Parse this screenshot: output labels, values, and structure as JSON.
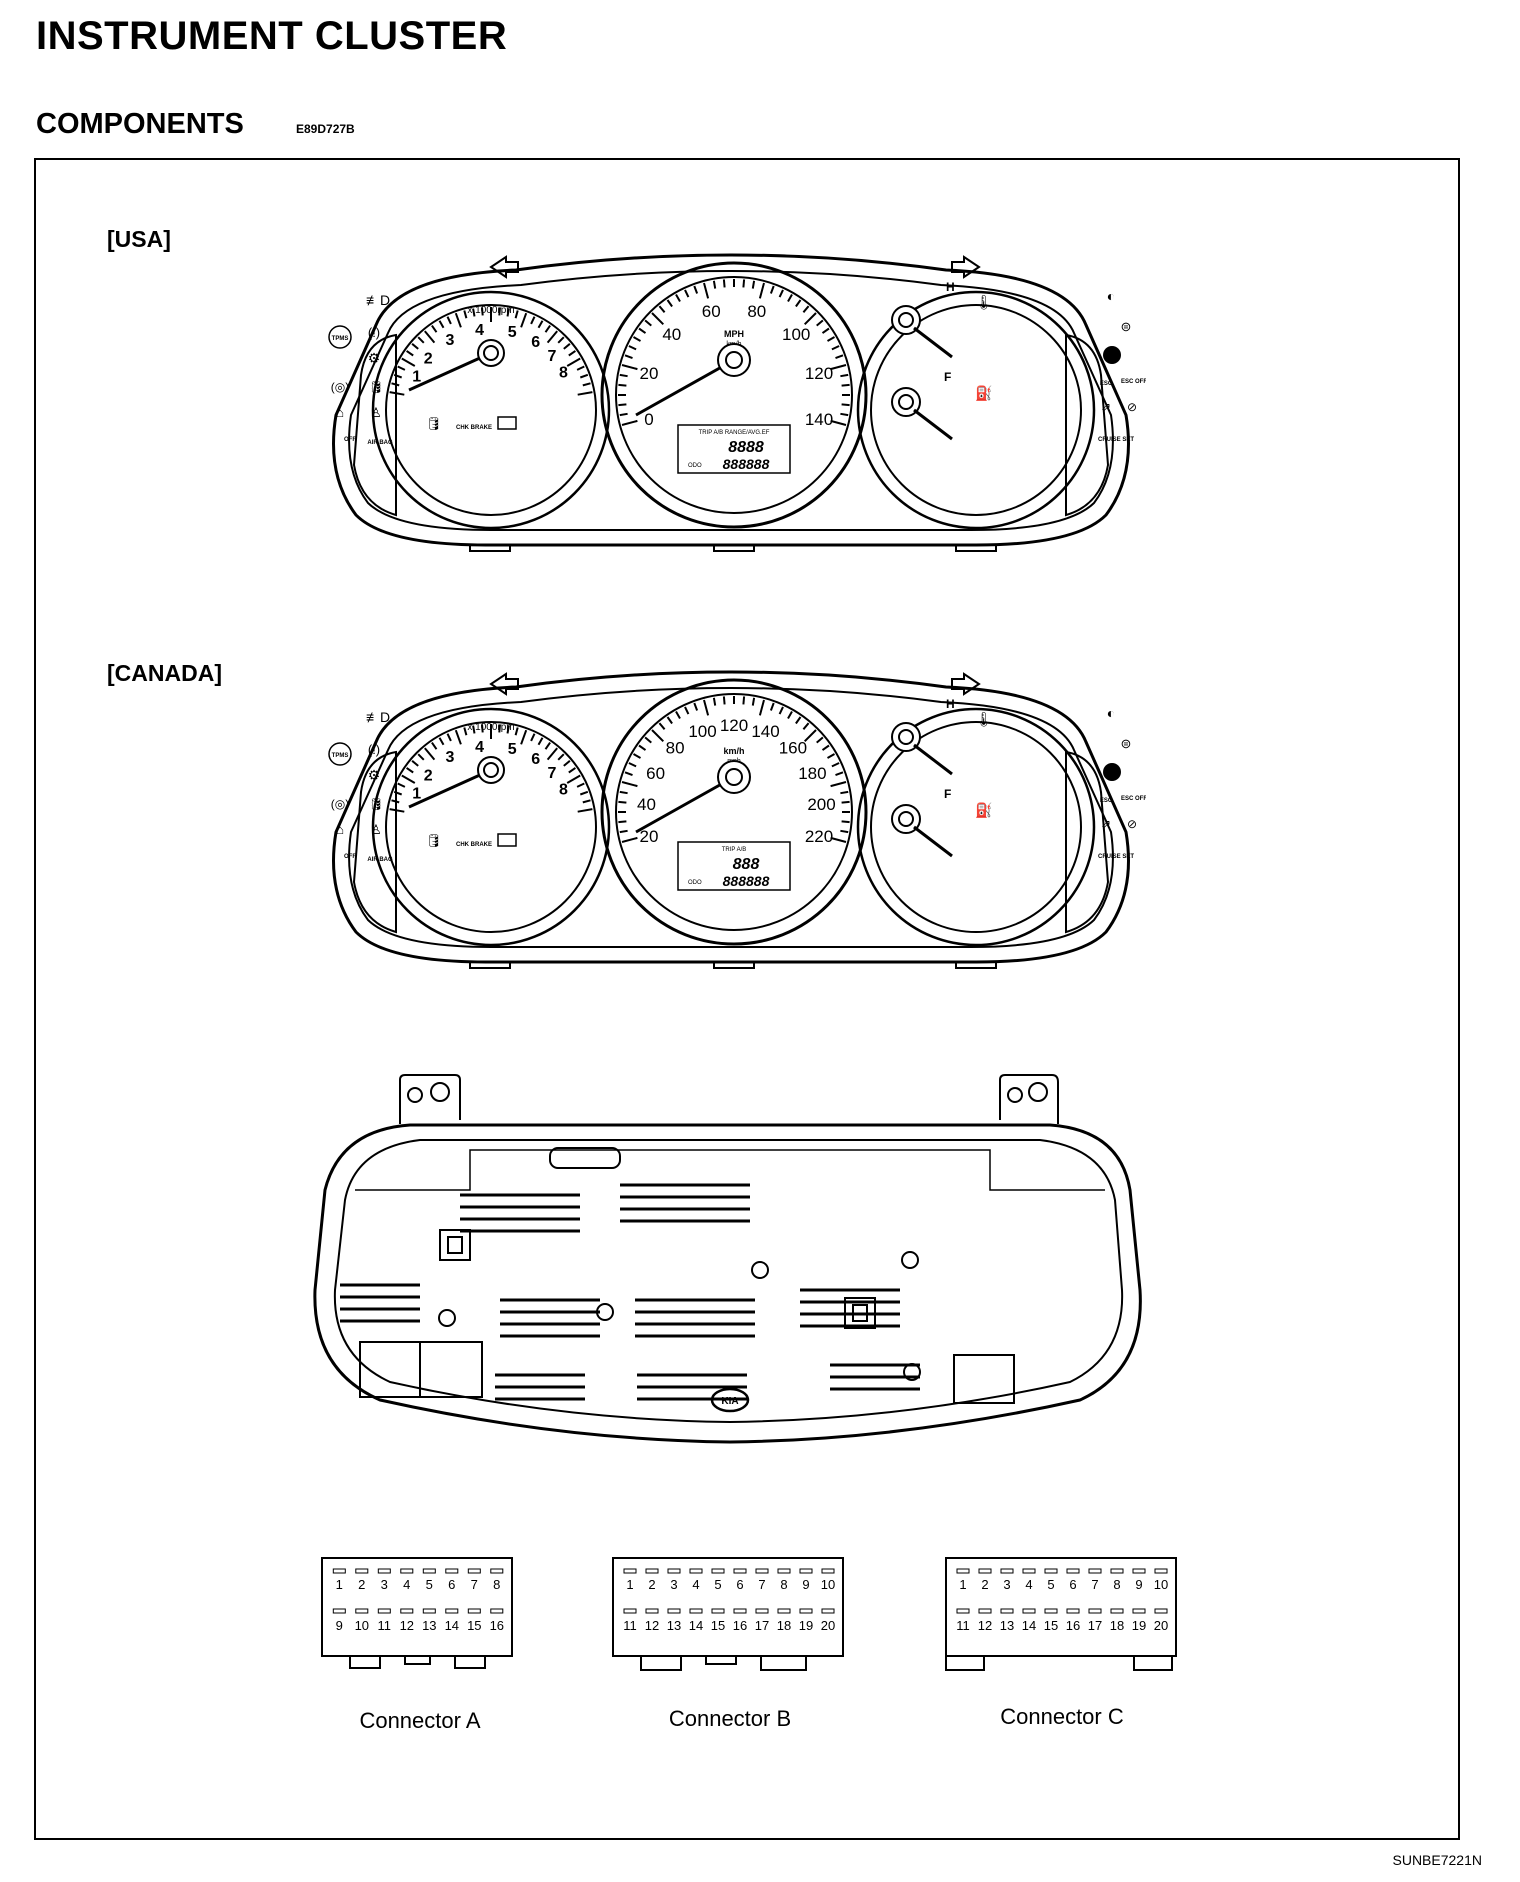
{
  "page": {
    "title": "INSTRUMENT CLUSTER",
    "subtitle": "COMPONENTS",
    "code": "E89D727B",
    "source_code": "SUNBE7221N"
  },
  "usa": {
    "label": "[USA]",
    "tach_ticks": [
      "1",
      "2",
      "3",
      "4",
      "5",
      "6",
      "7",
      "8"
    ],
    "tach_unit": "x 1000rpm",
    "speed_ticks": [
      "0",
      "20",
      "40",
      "60",
      "80",
      "100",
      "120",
      "140"
    ],
    "speed_unit": "MPH",
    "speed_unit_small": "km/h",
    "lcd_top": "TRIP A/B RANGE/AVG.EF",
    "lcd_digits": "8888",
    "lcd_odo": "888888",
    "odo_label": "ODO"
  },
  "canada": {
    "label": "[CANADA]",
    "tach_ticks": [
      "1",
      "2",
      "3",
      "4",
      "5",
      "6",
      "7",
      "8"
    ],
    "tach_unit": "x 1000rpm",
    "speed_ticks": [
      "20",
      "40",
      "60",
      "80",
      "100",
      "120",
      "140",
      "160",
      "180",
      "200",
      "220"
    ],
    "speed_unit": "km/h",
    "speed_unit_small": "mph",
    "lcd_top": "TRIP A/B",
    "lcd_digits": "888",
    "lcd_odo": "888888",
    "odo_label": "ODO"
  },
  "gauges": {
    "temp_hi": "H",
    "fuel_full": "F",
    "check_brake": "CHK BRAKE",
    "esc": "ESC",
    "esc_off": "ESC OFF",
    "cruise_set": "CRUISE SET",
    "tpms": "TPMS",
    "off": "OFF",
    "air_bag": "AIR BAG",
    "kia": "KIA"
  },
  "connectors": {
    "a": {
      "label": "Connector A",
      "top_pins": [
        "1",
        "2",
        "3",
        "4",
        "5",
        "6",
        "7",
        "8"
      ],
      "bottom_pins": [
        "9",
        "10",
        "11",
        "12",
        "13",
        "14",
        "15",
        "16"
      ]
    },
    "b": {
      "label": "Connector B",
      "top_pins": [
        "1",
        "2",
        "3",
        "4",
        "5",
        "6",
        "7",
        "8",
        "9",
        "10"
      ],
      "bottom_pins": [
        "11",
        "12",
        "13",
        "14",
        "15",
        "16",
        "17",
        "18",
        "19",
        "20"
      ]
    },
    "c": {
      "label": "Connector C",
      "top_pins": [
        "1",
        "2",
        "3",
        "4",
        "5",
        "6",
        "7",
        "8",
        "9",
        "10"
      ],
      "bottom_pins": [
        "11",
        "12",
        "13",
        "14",
        "15",
        "16",
        "17",
        "18",
        "19",
        "20"
      ]
    }
  }
}
